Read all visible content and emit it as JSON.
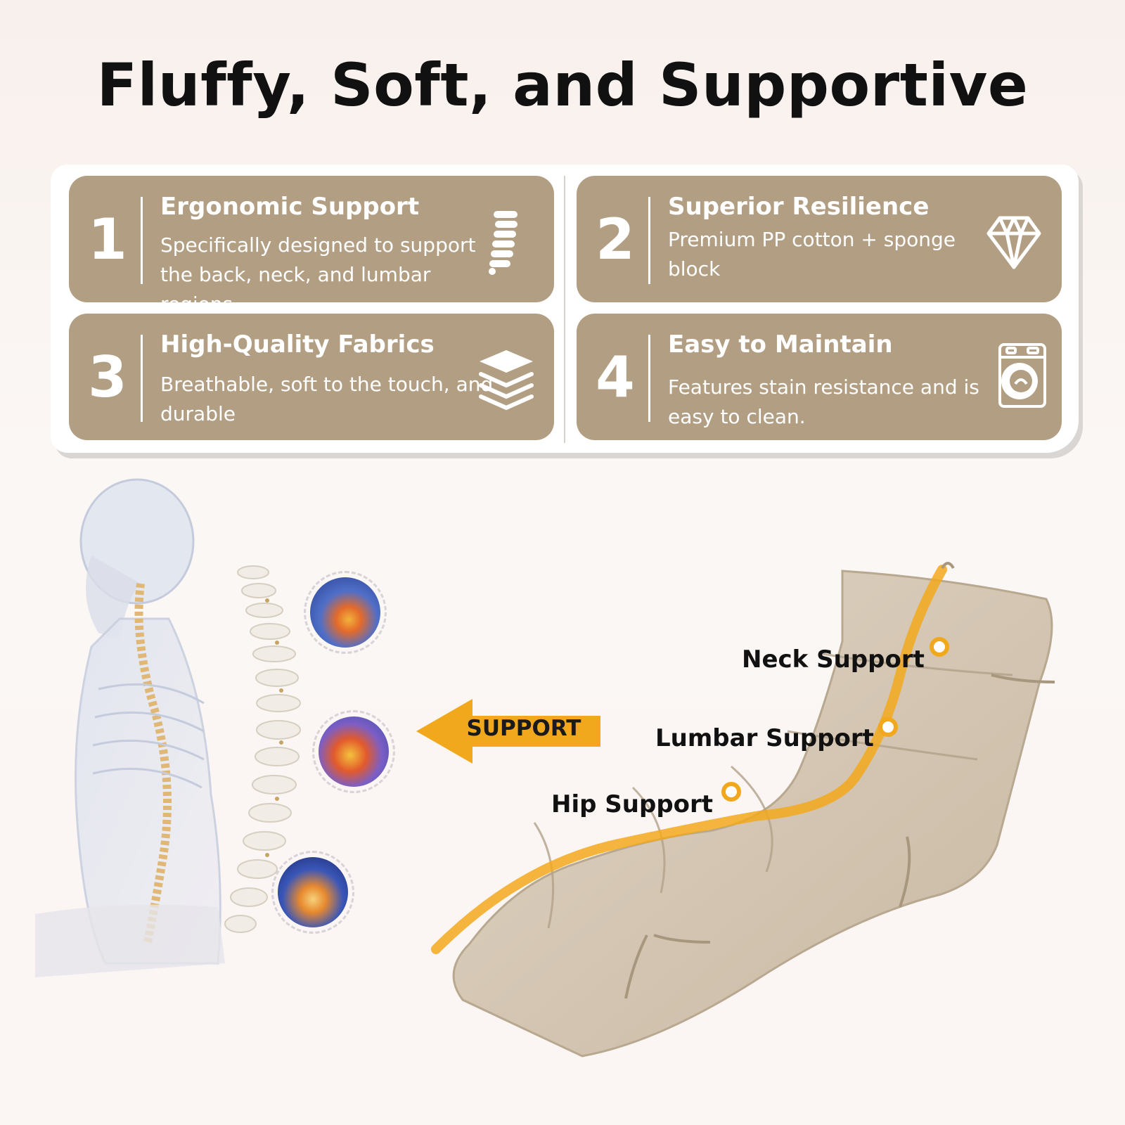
{
  "headline": "Fluffy, Soft, and Supportive",
  "features": [
    {
      "number": "1",
      "title": "Ergonomic Support",
      "description": "Specifically designed to support the back, neck, and lumbar regions",
      "icon": "spine-icon"
    },
    {
      "number": "2",
      "title": "Superior Resilience",
      "description": "Premium PP cotton + sponge block",
      "icon": "diamond-icon"
    },
    {
      "number": "3",
      "title": "High-Quality Fabrics",
      "description": "Breathable, soft to the touch, and durable",
      "icon": "layers-icon"
    },
    {
      "number": "4",
      "title": "Easy to Maintain",
      "description": "Features stain resistance and is easy to clean.",
      "icon": "washing-machine-icon"
    }
  ],
  "arrow_label": "SUPPORT",
  "callouts": {
    "neck": "Neck Support",
    "lumbar": "Lumbar Support",
    "hip": "Hip Support"
  },
  "colors": {
    "card": "#b29f83",
    "accent": "#f2a81c",
    "cushion": "#d9cbb8"
  }
}
